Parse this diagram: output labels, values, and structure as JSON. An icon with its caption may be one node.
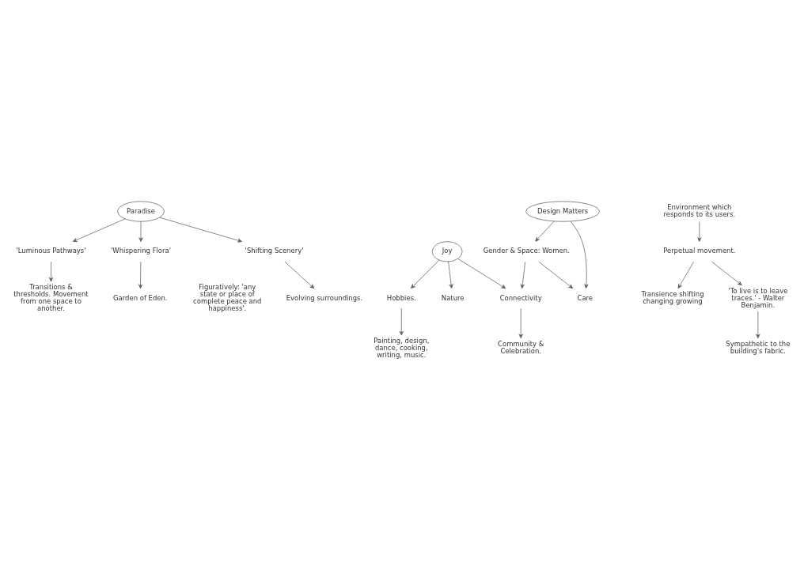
{
  "diagram": {
    "nodes": [
      {
        "text": [
          "Paradise"
        ]
      },
      {
        "text": [
          "'Luminous Pathways'"
        ]
      },
      {
        "text": [
          "Transitions & thresholds. Movement from one space to another."
        ]
      },
      {
        "text": [
          "'Whispering Flora'"
        ]
      },
      {
        "text": [
          "Garden of Eden."
        ],
        "beside": [
          "Figuratively: 'any state or place of complete peace and happiness'."
        ]
      },
      {
        "text": [
          "Nature"
        ]
      },
      {
        "text": [
          "'Shifting Scenery'"
        ]
      },
      {
        "text": [
          "Evolving surroundings."
        ]
      },
      {
        "text": [
          "Environment which responds to its users."
        ]
      },
      {
        "text": [
          "Perpetual movement."
        ]
      },
      {
        "text": [
          "Transience shifting changing growing"
        ]
      },
      {
        "text": [
          "'To live is to leave traces.' - Walter Benjamin."
        ]
      },
      {
        "text": [
          "Sympathetic to the building's fabric."
        ]
      },
      {
        "text": [
          "Joy"
        ]
      },
      {
        "text": [
          "Connectivity"
        ]
      },
      {
        "text": [
          "Community & Celebration."
        ]
      },
      {
        "text": [
          "Hobbies."
        ]
      },
      {
        "text": [
          "Painting, design, dance, cooking, writing, music."
        ]
      },
      {
        "text": [
          "Gender & Space: Women."
        ]
      },
      {
        "text": [
          "Care"
        ]
      },
      {
        "text": [
          "Design Matters"
        ]
      }
    ],
    "edges": [
      {
        "from": 0,
        "to": 1,
        "arrow": "to"
      },
      {
        "from": 1,
        "to": 2,
        "arrow": "to"
      },
      {
        "from": 0,
        "to": 3,
        "arrow": "to"
      },
      {
        "from": 3,
        "to": 4,
        "arrow": "to"
      },
      {
        "from": 0,
        "to": 6,
        "arrow": "to"
      },
      {
        "from": 6,
        "to": 7,
        "arrow": "to"
      },
      {
        "from": 8,
        "to": 9,
        "arrow": "to"
      },
      {
        "from": 9,
        "to": 10,
        "arrow": "to"
      },
      {
        "from": 9,
        "to": 11,
        "arrow": "to"
      },
      {
        "from": 11,
        "to": 12,
        "arrow": "to"
      },
      {
        "from": 13,
        "to": 5,
        "arrow": "to"
      },
      {
        "from": 13,
        "to": 14,
        "arrow": "to"
      },
      {
        "from": 13,
        "to": 16,
        "arrow": "to"
      },
      {
        "from": 14,
        "to": 15,
        "arrow": "to"
      },
      {
        "from": 16,
        "to": 17,
        "arrow": "to"
      },
      {
        "from": 18,
        "to": 14,
        "arrow": "to"
      },
      {
        "from": 18,
        "to": 19,
        "arrow": "to"
      },
      {
        "from": 20,
        "to": 18,
        "arrow": "to"
      },
      {
        "from": 20,
        "to": 19,
        "arrow": "to"
      }
    ]
  }
}
